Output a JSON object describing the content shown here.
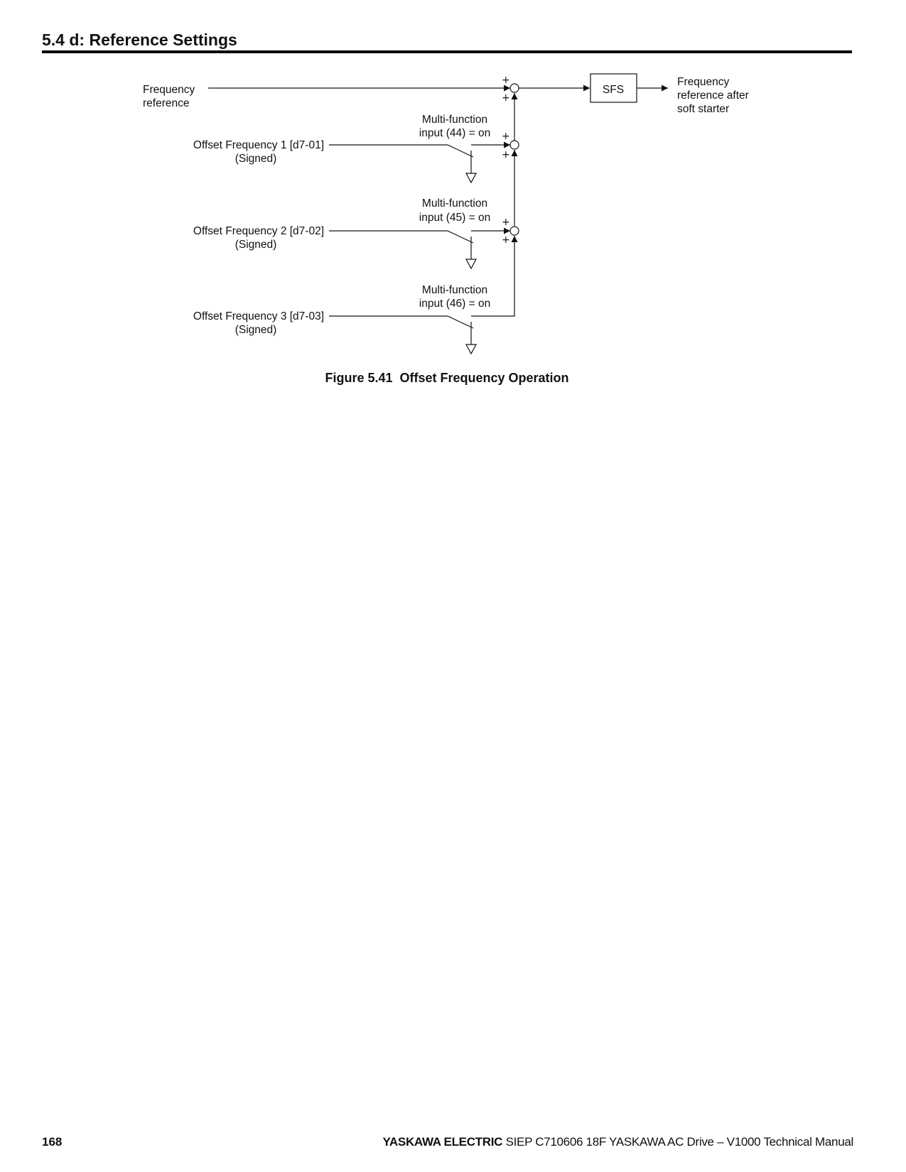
{
  "header": {
    "section_title": "5.4 d: Reference Settings"
  },
  "diagram": {
    "main_input": {
      "line1": "Frequency",
      "line2": "reference"
    },
    "sfs_block": "SFS",
    "output": {
      "line1": "Frequency",
      "line2": "reference after",
      "line3": "soft starter"
    },
    "offsets": [
      {
        "name": "Offset Frequency 1 [d7-01]",
        "sub": "(Signed)",
        "switch_line1": "Multi-function",
        "switch_line2": "input (44) = on"
      },
      {
        "name": "Offset Frequency 2 [d7-02]",
        "sub": "(Signed)",
        "switch_line1": "Multi-function",
        "switch_line2": "input (45) = on"
      },
      {
        "name": "Offset Frequency 3 [d7-03]",
        "sub": "(Signed)",
        "switch_line1": "Multi-function",
        "switch_line2": "input (46) = on"
      }
    ],
    "plus_sign": "+"
  },
  "figure": {
    "caption": "Figure 5.41  Offset Frequency Operation"
  },
  "footer": {
    "page_number": "168",
    "brand": "YASKAWA ELECTRIC",
    "manual": " SIEP C710606 18F YASKAWA AC Drive – V1000 Technical Manual"
  }
}
